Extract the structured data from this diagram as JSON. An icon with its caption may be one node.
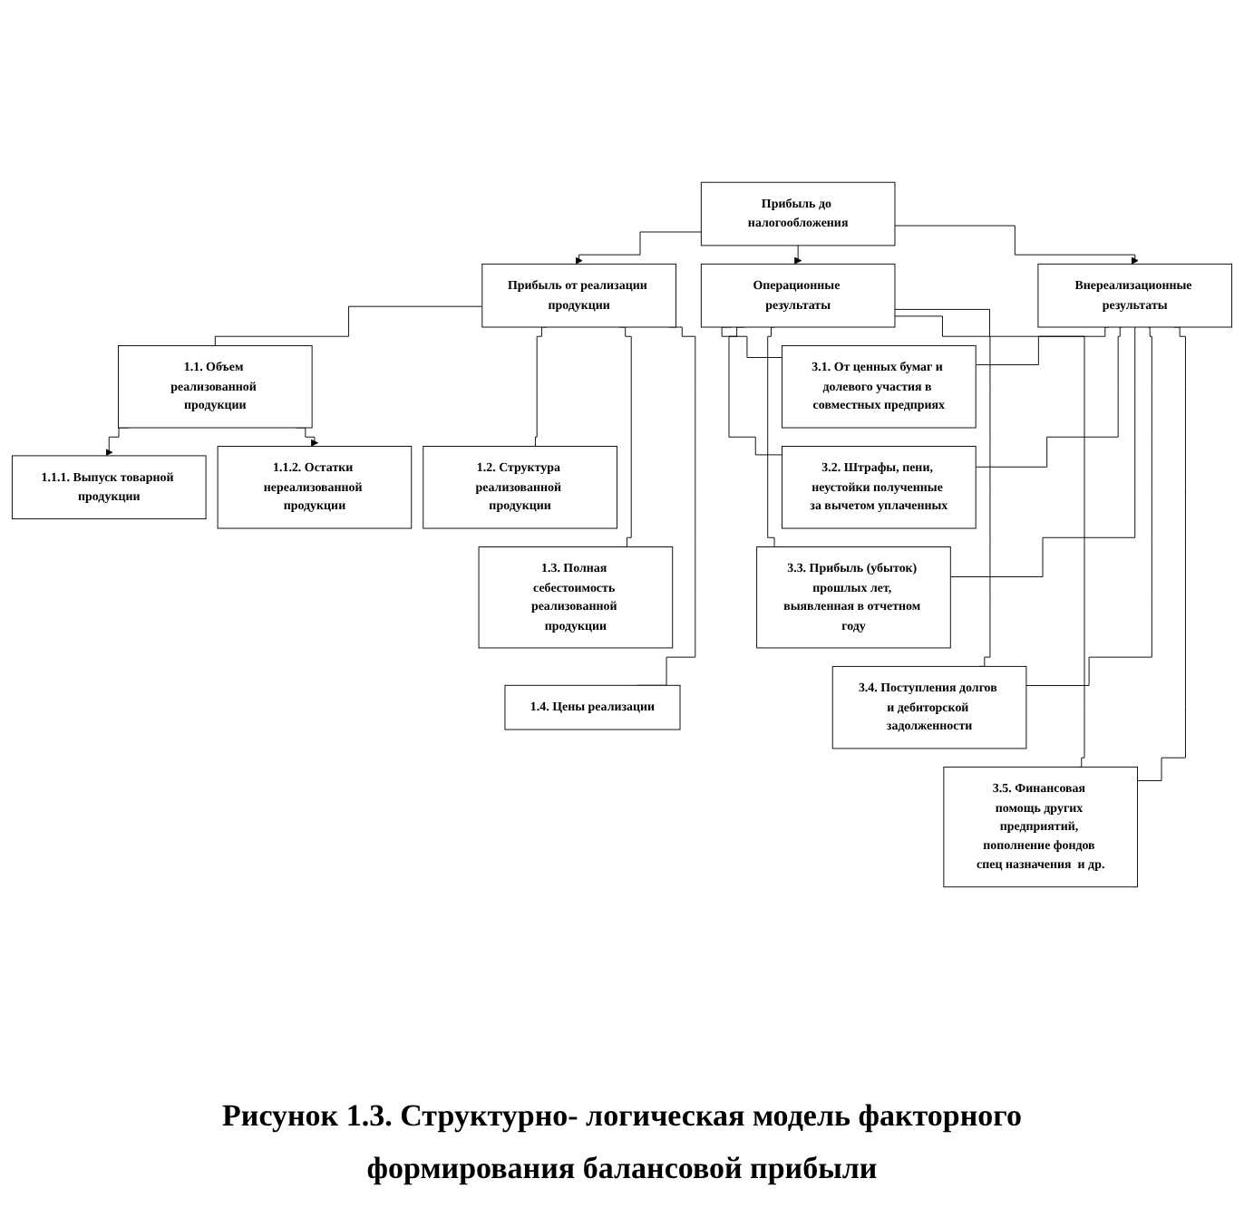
{
  "diagram": {
    "caption": "Рисунок  1.3. Структурно- логическая модель факторного формирования  балансовой прибыли",
    "nodes": [
      {
        "text": [
          "Прибыль до налогообложения"
        ]
      },
      {
        "text": [
          "Прибыль от реализации продукции"
        ]
      },
      {
        "text": [
          "Операционные результаты"
        ]
      },
      {
        "text": [
          "Внереализационные результаты"
        ]
      },
      {
        "text": [
          "1.1. Объем реализованной продукции"
        ]
      },
      {
        "text": [
          "1.1.1. Выпуск товарной продукции"
        ]
      },
      {
        "text": [
          "1.1.2. Остатки нереализованной продукции"
        ]
      },
      {
        "text": [
          "1.2. Структура реализованной продукции"
        ]
      },
      {
        "text": [
          "1.3. Полная себестоимость реализованной продукции"
        ]
      },
      {
        "text": [
          "1.4. Цены реализации"
        ]
      },
      {
        "text": [
          "3.1. От ценных бумаг и долевого участия в совместных предприях"
        ]
      },
      {
        "text": [
          "3.2. Штрафы, пени, неустойки полученные за вычетом уплаченных"
        ]
      },
      {
        "text": [
          "3.3. Прибыль (убыток) прошлых лет, выявленная в отчетном году"
        ]
      },
      {
        "text": [
          "3.4. Поступления долгов и дебиторской задолженности"
        ]
      },
      {
        "text": [
          "3.5. Финансовая помощь других предприятий, пополнение фондов спец назначения  и др."
        ]
      }
    ],
    "edges": [
      {
        "from": 0,
        "to": 1,
        "arrow": "to"
      },
      {
        "from": 0,
        "to": 2,
        "arrow": "to"
      },
      {
        "from": 0,
        "to": 3,
        "arrow": "to"
      },
      {
        "from": 1,
        "to": 4,
        "arrow": "none"
      },
      {
        "from": 4,
        "to": 5,
        "arrow": "to"
      },
      {
        "from": 4,
        "to": 6,
        "arrow": "to"
      },
      {
        "from": 1,
        "to": 7,
        "arrow": "none"
      },
      {
        "from": 1,
        "to": 8,
        "arrow": "none"
      },
      {
        "from": 1,
        "to": 9,
        "arrow": "none"
      },
      {
        "from": 2,
        "to": 10,
        "arrow": "none"
      },
      {
        "from": 2,
        "to": 11,
        "arrow": "none"
      },
      {
        "from": 2,
        "to": 12,
        "arrow": "none"
      },
      {
        "from": 2,
        "to": 13,
        "arrow": "none"
      },
      {
        "from": 2,
        "to": 14,
        "arrow": "none"
      },
      {
        "from": 3,
        "to": 10,
        "arrow": "none"
      },
      {
        "from": 3,
        "to": 11,
        "arrow": "none"
      },
      {
        "from": 3,
        "to": 12,
        "arrow": "none"
      },
      {
        "from": 3,
        "to": 13,
        "arrow": "none"
      },
      {
        "from": 3,
        "to": 14,
        "arrow": "none"
      }
    ]
  }
}
